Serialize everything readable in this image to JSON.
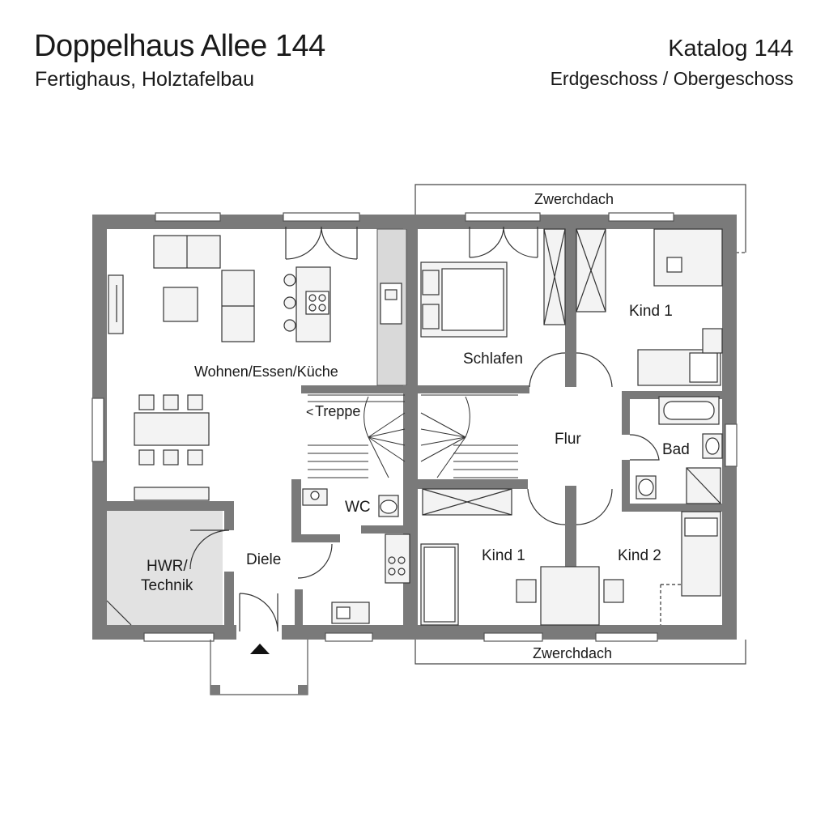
{
  "header": {
    "title": "Doppelhaus Allee 144",
    "subtitle": "Fertighaus, Holztafelbau",
    "catalog": "Katalog 144",
    "floors": "Erdgeschoss / Obergeschoss"
  },
  "rooms": {
    "wohnen": "Wohnen/Essen/Küche",
    "treppe": "Treppe",
    "wc": "WC",
    "hwr": "HWR/",
    "hwr2": "Technik",
    "diele": "Diele",
    "schlafen": "Schlafen",
    "kind1_top": "Kind 1",
    "flur": "Flur",
    "bad": "Bad",
    "kind1_bottom": "Kind 1",
    "kind2": "Kind 2"
  },
  "roof": {
    "top": "Zwerchdach",
    "bottom": "Zwerchdach"
  },
  "colors": {
    "wall": "#7a7a7a",
    "hwr_fill": "#e2e2e2",
    "line": "#333333"
  }
}
